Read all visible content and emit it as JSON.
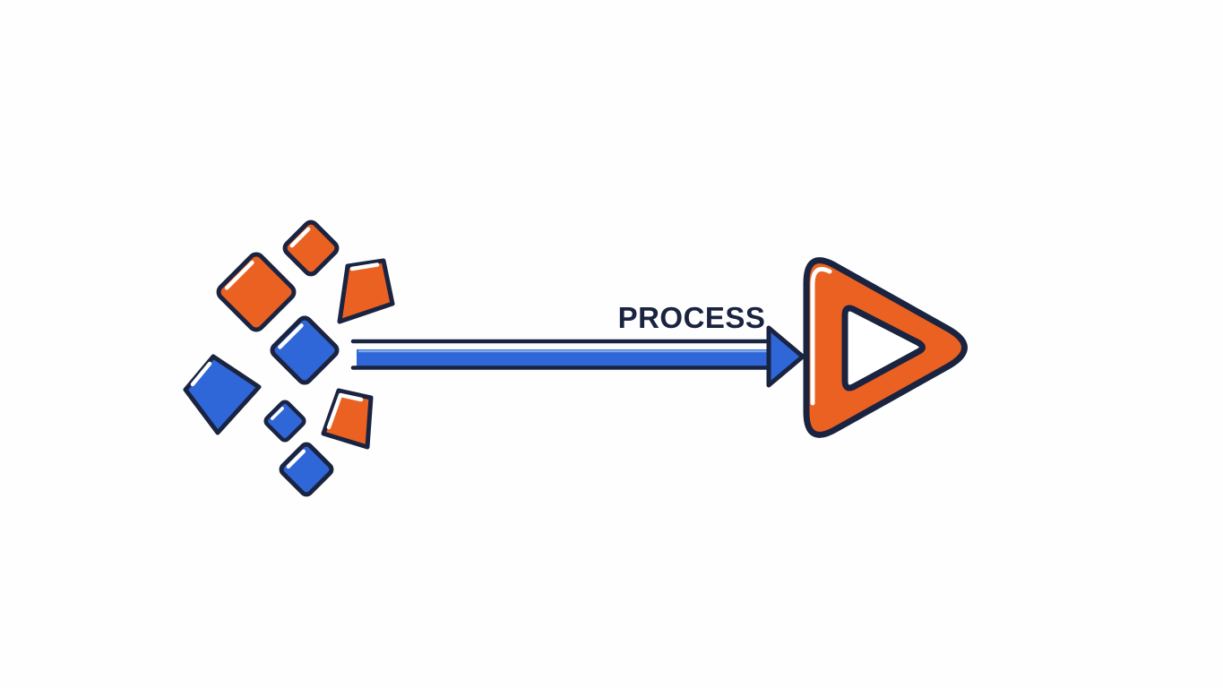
{
  "page": {
    "description": "Flat illustration: scattered colored fragments transformed via a PROCESS arrow into a play button"
  },
  "colors": {
    "background": "#FEFEFE",
    "orange": "#EA6122",
    "blue": "#2F66D8",
    "blue_highlight": "#7FA6E8",
    "navy": "#1A2440",
    "white": "#FFFFFF"
  },
  "arrow": {
    "label": "PROCESS",
    "direction": "right"
  },
  "fragments": [
    {
      "name": "orange-diamond-small-top",
      "shape": "diamond",
      "color": "orange"
    },
    {
      "name": "orange-diamond-large",
      "shape": "diamond",
      "color": "orange"
    },
    {
      "name": "orange-trapezoid-upper-right",
      "shape": "trapezoid",
      "color": "orange"
    },
    {
      "name": "blue-diamond-center",
      "shape": "diamond",
      "color": "blue"
    },
    {
      "name": "blue-kite-left",
      "shape": "kite",
      "color": "blue"
    },
    {
      "name": "blue-diamond-tiny",
      "shape": "diamond",
      "color": "blue"
    },
    {
      "name": "orange-trapezoid-lower",
      "shape": "trapezoid",
      "color": "orange"
    },
    {
      "name": "blue-diamond-bottom",
      "shape": "diamond",
      "color": "blue"
    }
  ],
  "play_button": {
    "shape": "rounded-play-triangle",
    "fill": "orange",
    "inner_icon": "play-icon",
    "inner_fill": "white"
  }
}
